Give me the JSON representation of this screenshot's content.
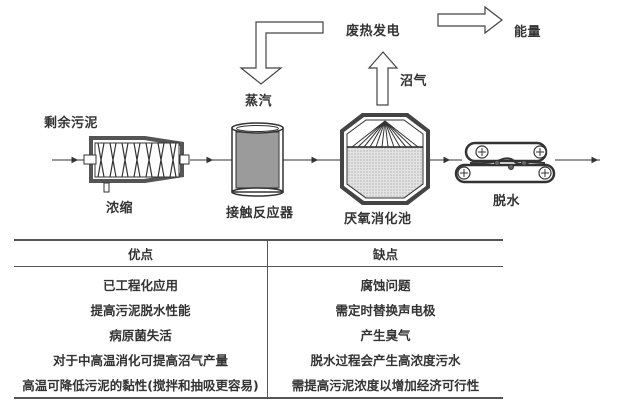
{
  "diagram": {
    "input_label": "剩余污泥",
    "stages": [
      {
        "id": "thickening",
        "label": "浓缩"
      },
      {
        "id": "contact-reactor",
        "label": "接触反应器"
      },
      {
        "id": "anaerobic-digester",
        "label": "厌氧消化池"
      },
      {
        "id": "dewatering",
        "label": "脱水"
      }
    ],
    "steam_label": "蒸汽",
    "waste_heat_label": "废热发电",
    "energy_label": "能量",
    "biogas_label": "沼气"
  },
  "table": {
    "headers": [
      "优点",
      "缺点"
    ],
    "rows": [
      [
        "已工程化应用",
        "腐蚀问题"
      ],
      [
        "提高污泥脱水性能",
        "需定时替换声电极"
      ],
      [
        "病原菌失活",
        "产生臭气"
      ],
      [
        "对于中高温消化可提高沼气产量",
        "脱水过程会产生高浓度污水"
      ],
      [
        "高温可降低污泥的黏性(搅拌和抽吸更容易)",
        "需提高污泥浓度以增加经济可行性"
      ]
    ]
  }
}
